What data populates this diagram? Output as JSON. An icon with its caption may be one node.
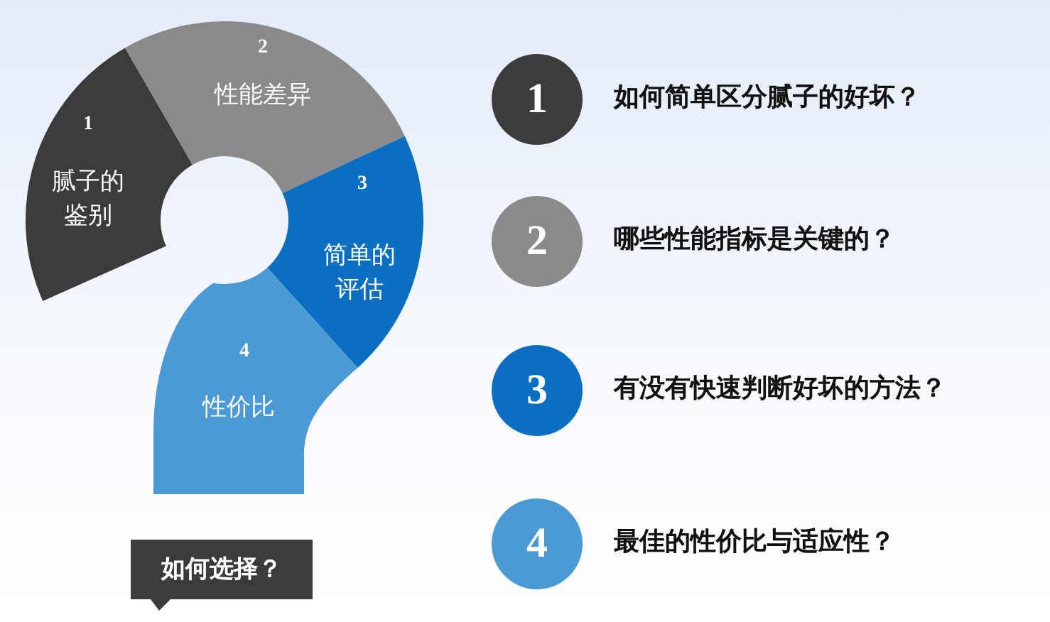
{
  "diagram": {
    "nodes": [
      {
        "text": [
          "1",
          "腻子的鉴别"
        ]
      },
      {
        "text": [
          "2",
          "性能差异"
        ]
      },
      {
        "text": [
          "3",
          "简单的评估"
        ]
      },
      {
        "text": [
          "4",
          "性价比"
        ]
      },
      {
        "text": [
          "如何选择？"
        ]
      },
      {
        "text": [
          "1"
        ],
        "beside": [
          "如何简单区分腻子的好坏？"
        ]
      },
      {
        "text": [
          "2"
        ],
        "beside": [
          "哪些性能指标是关键的？"
        ]
      },
      {
        "text": [
          "3"
        ],
        "beside": [
          "有没有快速判断好坏的方法？"
        ]
      },
      {
        "text": [
          "4"
        ],
        "beside": [
          "最佳的性价比与适应性？"
        ]
      }
    ]
  }
}
